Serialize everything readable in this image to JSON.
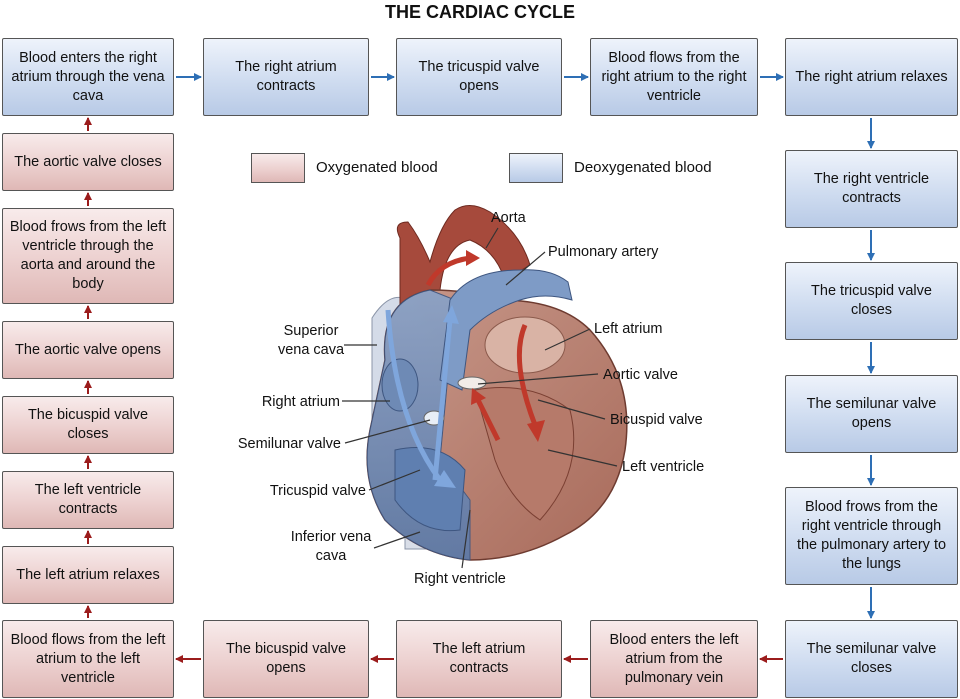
{
  "title": "THE CARDIAC CYCLE",
  "colors": {
    "arrow_blue": "#2e6fb5",
    "arrow_red": "#9b1c1c",
    "oxygenated": "#ecd0cf",
    "deoxygenated": "#cfdcf0"
  },
  "legend": {
    "oxygenated": "Oxygenated blood",
    "deoxygenated": "Deoxygenated blood"
  },
  "steps": {
    "top": [
      "Blood enters the right atrium through the vena cava",
      "The right atrium contracts",
      "The tricuspid valve opens",
      "Blood flows from the right atrium to the right ventricle",
      "The right atrium relaxes"
    ],
    "right": [
      "The right ventricle contracts",
      "The tricuspid valve closes",
      "The semilunar valve opens",
      "Blood frows from the right ventricle through the pulmonary artery to the lungs",
      "The semilunar valve closes"
    ],
    "bottom": [
      "Blood enters the left atrium from the pulmonary vein",
      "The left atrium contracts",
      "The bicuspid valve opens",
      "Blood flows from the left atrium to the left ventricle"
    ],
    "left": [
      "The left atrium relaxes",
      "The left ventricle contracts",
      "The bicuspid valve closes",
      "The aortic valve opens",
      "Blood frows from the left ventricle through the aorta and around the body",
      "The aortic valve closes"
    ]
  },
  "heart_labels": {
    "aorta": "Aorta",
    "pulmonary_artery": "Pulmonary artery",
    "superior_vena_cava": "Superior vena cava",
    "left_atrium": "Left atrium",
    "aortic_valve": "Aortic valve",
    "right_atrium": "Right atrium",
    "bicuspid_valve": "Bicuspid valve",
    "semilunar_valve": "Semilunar valve",
    "left_ventricle": "Left ventricle",
    "tricuspid_valve": "Tricuspid valve",
    "inferior_vena_cava": "Inferior vena cava",
    "right_ventricle": "Right ventricle"
  }
}
